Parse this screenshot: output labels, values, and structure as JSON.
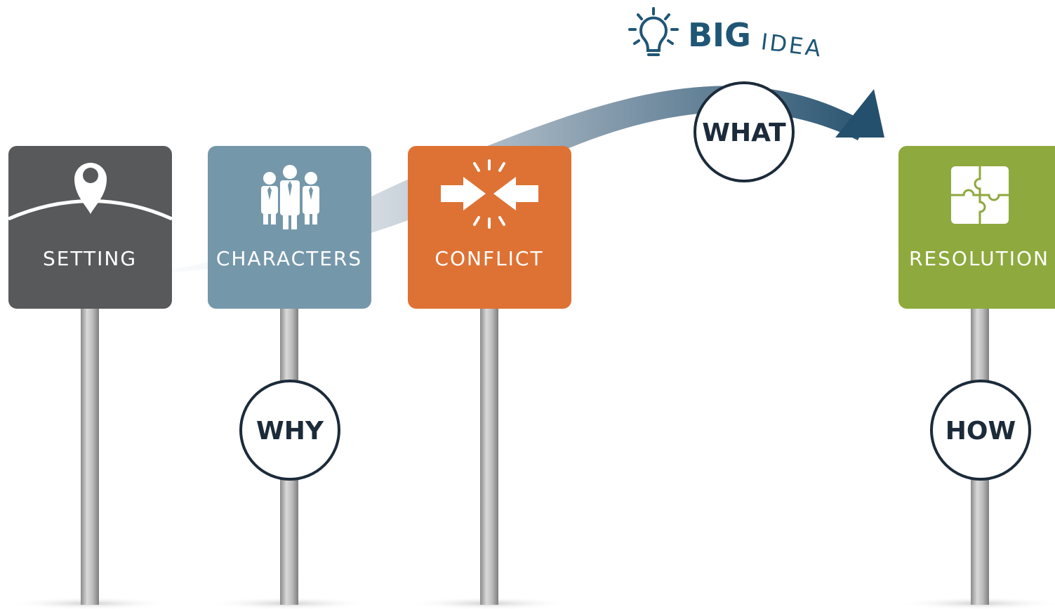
{
  "big_idea": {
    "strong": "BIG",
    "light": "IDEA",
    "icon": "lightbulb-icon"
  },
  "signs": [
    {
      "id": "setting",
      "label": "SETTING",
      "color": "#58595b",
      "icon": "location-pin-icon"
    },
    {
      "id": "characters",
      "label": "CHARACTERS",
      "color": "#7597aa",
      "icon": "people-icon"
    },
    {
      "id": "conflict",
      "label": "CONFLICT",
      "color": "#de7234",
      "icon": "collision-arrows-icon"
    },
    {
      "id": "resolution",
      "label": "RESOLUTION",
      "color": "#8ea93d",
      "icon": "puzzle-icon"
    }
  ],
  "circles": {
    "why": "WHY",
    "what": "WHAT",
    "how": "HOW"
  },
  "colors": {
    "arrow_dark": "#24506d",
    "arrow_light": "#d6dde4",
    "circle_text": "#1c2b3a",
    "post": "#b4b4b4"
  }
}
